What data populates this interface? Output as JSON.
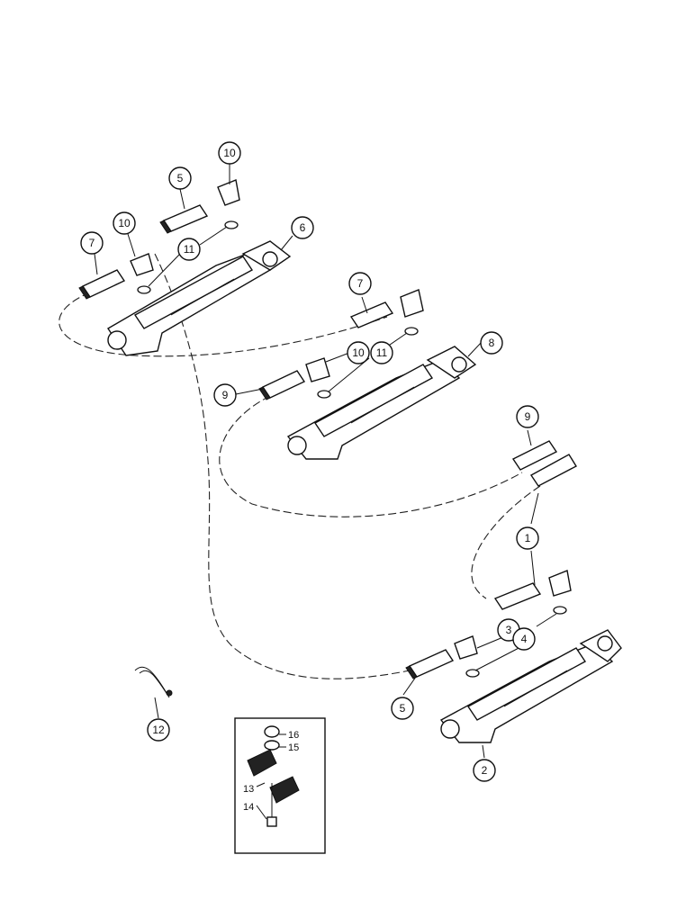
{
  "callouts": [
    {
      "id": "c10a",
      "label": "10"
    },
    {
      "id": "c5a",
      "label": "5"
    },
    {
      "id": "c10b",
      "label": "10"
    },
    {
      "id": "c7a",
      "label": "7"
    },
    {
      "id": "c11a",
      "label": "11"
    },
    {
      "id": "c6",
      "label": "6"
    },
    {
      "id": "c7b",
      "label": "7"
    },
    {
      "id": "c10c",
      "label": "10"
    },
    {
      "id": "c11b",
      "label": "11"
    },
    {
      "id": "c8",
      "label": "8"
    },
    {
      "id": "c9a",
      "label": "9"
    },
    {
      "id": "c9b",
      "label": "9"
    },
    {
      "id": "c1",
      "label": "1"
    },
    {
      "id": "c3",
      "label": "3"
    },
    {
      "id": "c4",
      "label": "4"
    },
    {
      "id": "c5b",
      "label": "5"
    },
    {
      "id": "c2",
      "label": "2"
    },
    {
      "id": "c12",
      "label": "12"
    }
  ],
  "inset_labels": [
    {
      "id": "i16",
      "label": "16"
    },
    {
      "id": "i15",
      "label": "15"
    },
    {
      "id": "i13",
      "label": "13"
    },
    {
      "id": "i14",
      "label": "14"
    }
  ]
}
